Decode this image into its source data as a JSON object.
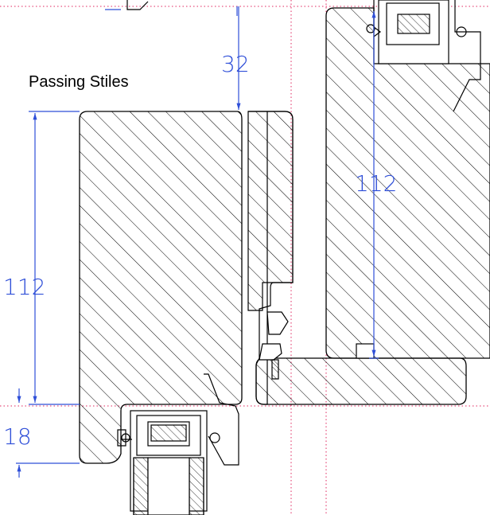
{
  "title": "Passing Stiles",
  "dimensions": {
    "left_stile_height": "112",
    "overlap_depth": "18",
    "top_offset": "32",
    "right_stile_height": "112"
  },
  "colors": {
    "outline": "#000000",
    "hatch": "#000000",
    "dimension": "#2f4fd8",
    "guide": "#e0245e",
    "background": "#ffffff"
  }
}
